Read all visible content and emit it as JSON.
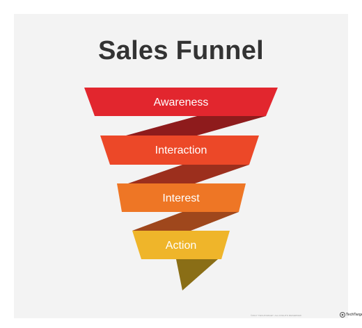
{
  "title": "Sales Funnel",
  "stages": [
    {
      "label": "Awareness",
      "color": "#e2262e",
      "fold_color": "#8e1b1c"
    },
    {
      "label": "Interaction",
      "color": "#ec4828",
      "fold_color": "#9c2f1d"
    },
    {
      "label": "Interest",
      "color": "#ee7625",
      "fold_color": "#9f471c"
    },
    {
      "label": "Action",
      "color": "#efb52a",
      "fold_color": "#8a6e16"
    }
  ],
  "footer": {
    "copyright": "©2017 TECHTARGET. ALL RIGHTS RESERVED",
    "brand": "TechTarget",
    "brand_icon": "techtarget-logo-icon"
  }
}
